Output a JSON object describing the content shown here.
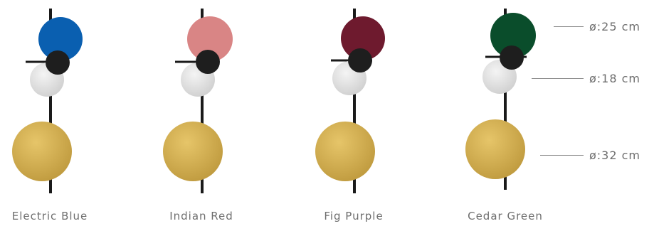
{
  "variants": [
    {
      "label": "Electric Blue",
      "top_color": "#0a5fb0"
    },
    {
      "label": "Indian Red",
      "top_color": "#d98585"
    },
    {
      "label": "Fig Purple",
      "top_color": "#6e1a2e"
    },
    {
      "label": "Cedar Green",
      "top_color": "#0a4d2b"
    }
  ],
  "shared_colors": {
    "rod": "#1a1a1a",
    "joint": "#1e1e1e",
    "middle_disc": "#e4e4e4",
    "bottom_disc": "#d6b24f"
  },
  "dimensions": [
    {
      "label": "ø:25 cm"
    },
    {
      "label": "ø:18 cm"
    },
    {
      "label": "ø:32 cm"
    }
  ]
}
